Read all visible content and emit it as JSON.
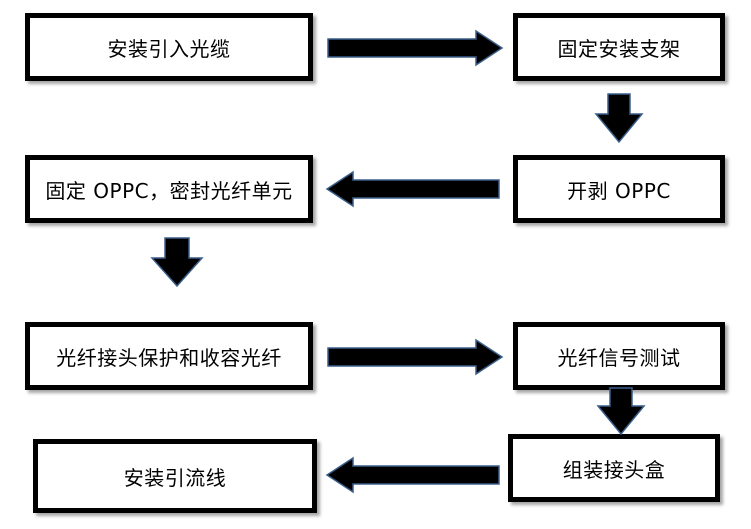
{
  "colors": {
    "border": "#000000",
    "arrow": "#000000",
    "box_fill": "#ffffff",
    "text": "#000000"
  },
  "steps": [
    "安装引入光缆",
    "固定安装支架",
    "开剥 OPPC",
    "固定 OPPC，密封光纤单元",
    "光纤接头保护和收容光纤",
    "光纤信号测试",
    "组装接头盒",
    "安装引流线"
  ],
  "arrows": [
    {
      "from": 1,
      "to": 2,
      "direction": "right"
    },
    {
      "from": 2,
      "to": 3,
      "direction": "down"
    },
    {
      "from": 3,
      "to": 4,
      "direction": "left"
    },
    {
      "from": 4,
      "to": 5,
      "direction": "down"
    },
    {
      "from": 5,
      "to": 6,
      "direction": "right"
    },
    {
      "from": 6,
      "to": 7,
      "direction": "down"
    },
    {
      "from": 7,
      "to": 8,
      "direction": "left"
    }
  ]
}
